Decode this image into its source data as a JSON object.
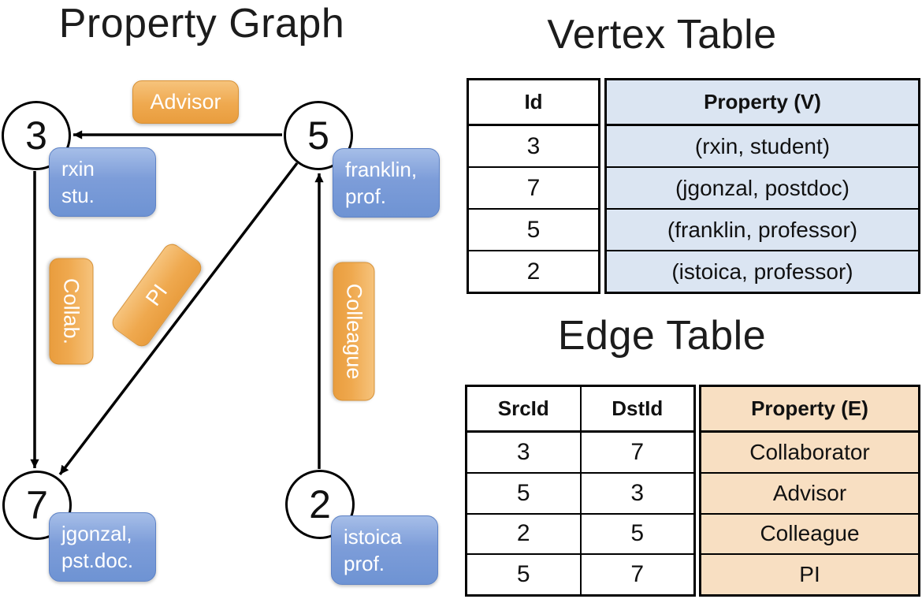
{
  "graph_panel": {
    "title": "Property Graph",
    "nodes": [
      {
        "id": "3",
        "property_lines": [
          "rxin",
          "stu."
        ]
      },
      {
        "id": "5",
        "property_lines": [
          "franklin,",
          "prof."
        ]
      },
      {
        "id": "7",
        "property_lines": [
          "jgonzal,",
          "pst.doc."
        ]
      },
      {
        "id": "2",
        "property_lines": [
          "istoica",
          "prof."
        ]
      }
    ],
    "edges": [
      {
        "src": "5",
        "dst": "3",
        "label": "Advisor"
      },
      {
        "src": "3",
        "dst": "7",
        "label": "Collab."
      },
      {
        "src": "5",
        "dst": "7",
        "label": "PI"
      },
      {
        "src": "2",
        "dst": "5",
        "label": "Colleague"
      }
    ]
  },
  "vertex_table": {
    "title": "Vertex Table",
    "columns": [
      "Id",
      "Property (V)"
    ],
    "rows": [
      [
        "3",
        "(rxin, student)"
      ],
      [
        "7",
        "(jgonzal, postdoc)"
      ],
      [
        "5",
        "(franklin, professor)"
      ],
      [
        "2",
        "(istoica, professor)"
      ]
    ]
  },
  "edge_table": {
    "title": "Edge Table",
    "columns": [
      "SrcId",
      "DstId",
      "Property (E)"
    ],
    "rows": [
      [
        "3",
        "7",
        "Collaborator"
      ],
      [
        "5",
        "3",
        "Advisor"
      ],
      [
        "2",
        "5",
        "Colleague"
      ],
      [
        "5",
        "7",
        "PI"
      ]
    ]
  },
  "colors": {
    "edge_label_fill": "#EFA94F",
    "vertex_property_fill": "#7D9DD9",
    "vertex_table_highlight": "#DBE5F2",
    "edge_table_highlight": "#F8DFC2",
    "line_color": "#000000"
  }
}
